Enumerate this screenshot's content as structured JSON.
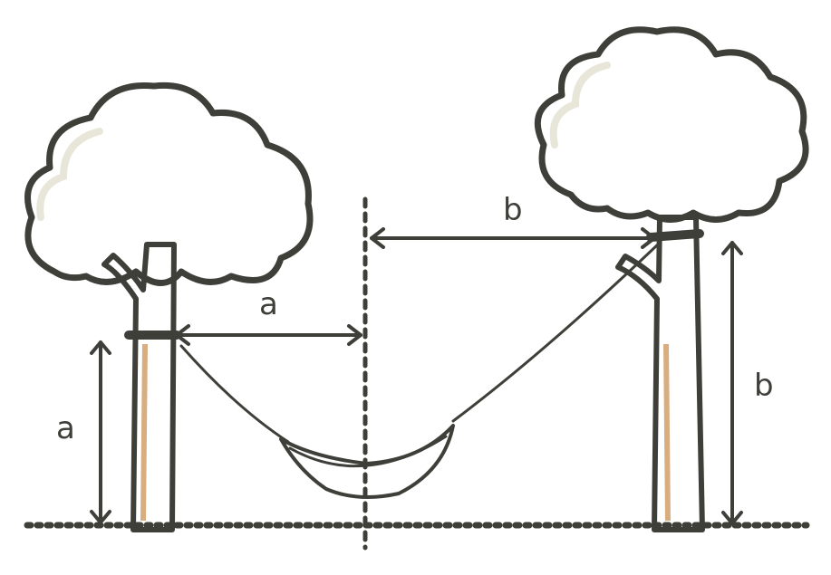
{
  "labels": {
    "a_horizontal": "a",
    "a_vertical": "a",
    "b_horizontal": "b",
    "b_vertical": "b"
  },
  "colors": {
    "outline": "#3f3f3a",
    "canopy": "#cfccb6",
    "canopy_highlight": "#e8e6d8",
    "trunk": "#c08a55",
    "trunk_highlight": "#d8ae80",
    "hammock": "#e2e0cd"
  }
}
